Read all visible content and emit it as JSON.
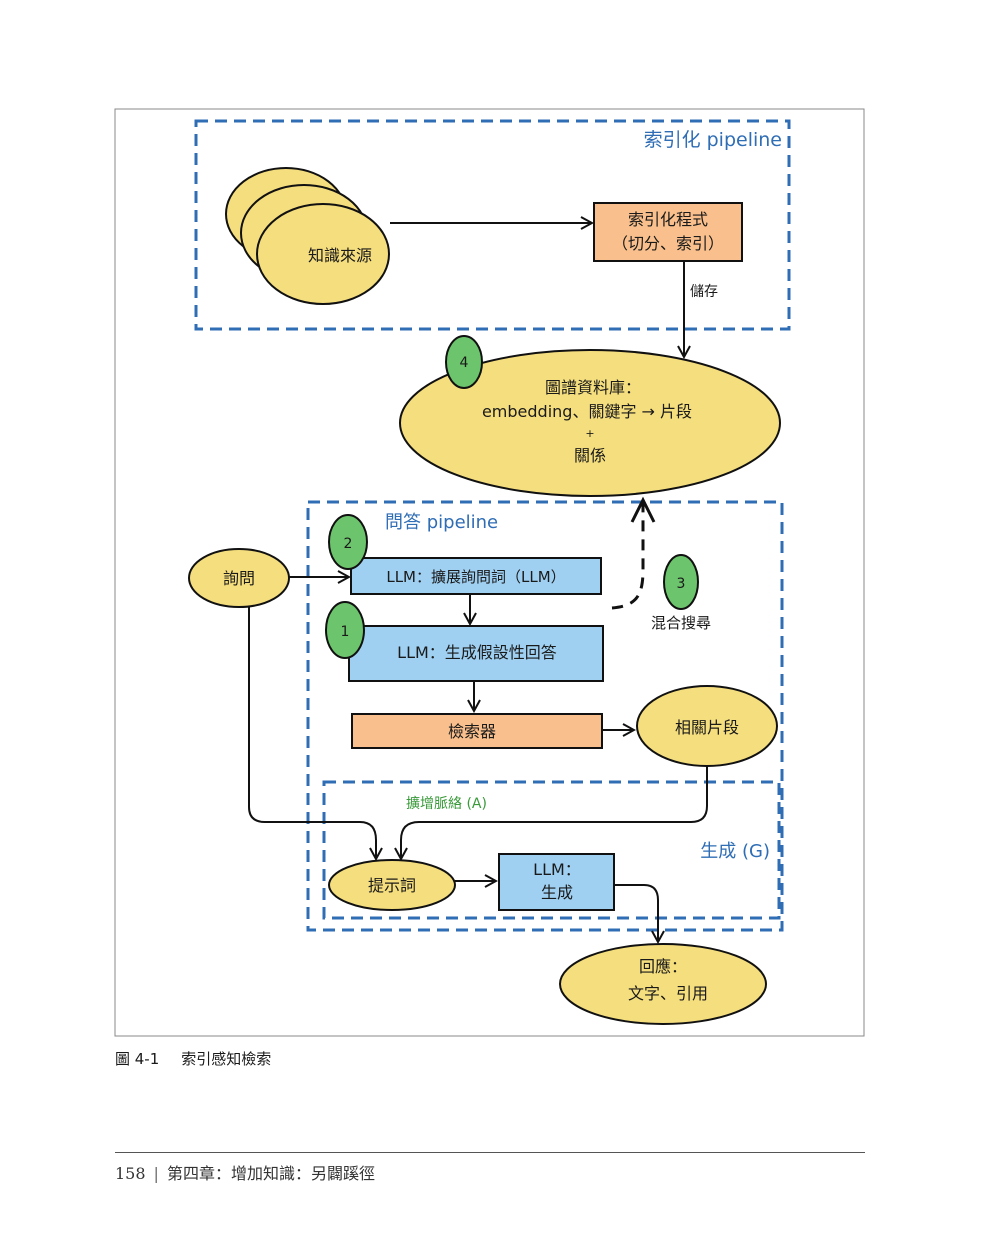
{
  "diagram": {
    "index_pipeline_label": "索引化 pipeline",
    "knowledge_source": "知識來源",
    "indexer_line1": "索引化程式",
    "indexer_line2": "（切分、索引）",
    "store_label": "儲存",
    "graph_db_line1": "圖譜資料庫：",
    "graph_db_line2": "embedding、關鍵字 → 片段",
    "graph_db_line3": "+",
    "graph_db_line4": "關係",
    "qa_pipeline_label": "問答 pipeline",
    "query": "詢問",
    "llm_expand": "LLM：擴展詢問詞（LLM）",
    "llm_hypo": "LLM：生成假設性回答",
    "retriever": "檢索器",
    "relevant_chunks": "相關片段",
    "hybrid_search": "混合搜尋",
    "augment_label": "擴增脈絡 (A)",
    "generate_label": "生成 (G)",
    "prompt": "提示詞",
    "llm_gen_line1": "LLM：",
    "llm_gen_line2": "生成",
    "response_line1": "回應：",
    "response_line2": "文字、引用",
    "badge_1": "1",
    "badge_2": "2",
    "badge_3": "3",
    "badge_4": "4"
  },
  "caption": {
    "number": "圖 4-1",
    "title": "索引感知檢索"
  },
  "footer": {
    "page": "158",
    "chapter": "第四章：增加知識：另闢蹊徑"
  },
  "colors": {
    "yellow_fill": "#f5de7e",
    "orange_fill": "#f9c08d",
    "blue_fill": "#9fd0f2",
    "green_fill": "#6cc46c",
    "dashed_blue": "#2f6db5"
  }
}
